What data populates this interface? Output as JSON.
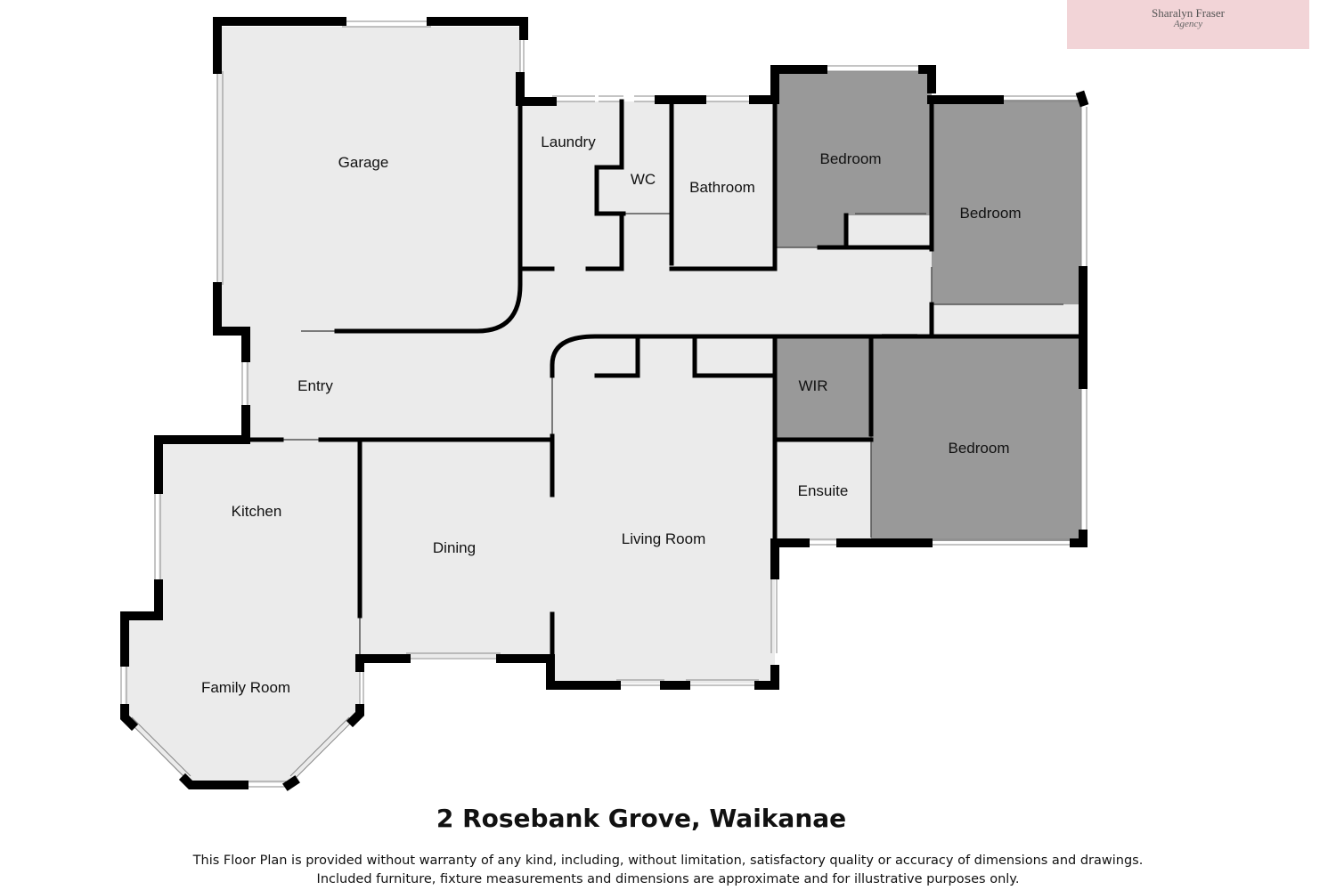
{
  "logo": {
    "name": "Sharalyn Fraser",
    "subtitle": "Agency"
  },
  "rooms": {
    "garage": "Garage",
    "laundry": "Laundry",
    "wc": "WC",
    "bathroom": "Bathroom",
    "bedroom_1": "Bedroom",
    "bedroom_2": "Bedroom",
    "bedroom_3": "Bedroom",
    "entry": "Entry",
    "wir": "WIR",
    "ensuite": "Ensuite",
    "kitchen": "Kitchen",
    "dining": "Dining",
    "living_room": "Living Room",
    "family_room": "Family Room"
  },
  "address": "2 Rosebank Grove, Waikanae",
  "disclaimer": {
    "line1": "This Floor Plan is provided without warranty of any kind, including, without limitation, satisfactory quality or accuracy of dimensions and drawings.",
    "line2": "Included furniture, fixture measurements and dimensions are approximate and for illustrative purposes only."
  },
  "colors": {
    "floor": "#ebebeb",
    "bedroom_fill": "#999999",
    "wall": "#000000",
    "logo_background": "#f2d4d7"
  }
}
